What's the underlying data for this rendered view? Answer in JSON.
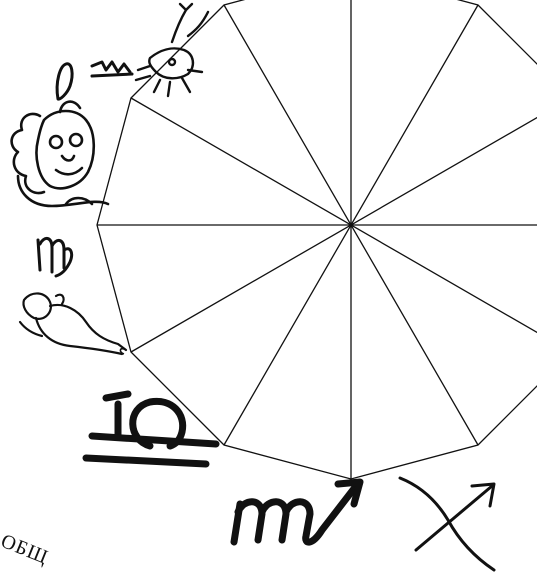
{
  "diagram": {
    "kind": "zodiac-wheel-fragment",
    "sectors": 12,
    "stroke_color": "#111111",
    "background": "#ffffff"
  },
  "signs": [
    {
      "name": "cancer",
      "depiction": "crab",
      "glyph": "cancer-glyph"
    },
    {
      "name": "leo",
      "depiction": "lion-face",
      "glyph": "leo-glyph"
    },
    {
      "name": "virgo",
      "depiction": "reclining-maiden",
      "glyph": "virgo-glyph"
    },
    {
      "name": "libra",
      "glyph": "libra-glyph"
    },
    {
      "name": "scorpio",
      "glyph": "scorpio-glyph"
    },
    {
      "name": "sagittarius",
      "glyph": "sagittarius-glyph"
    }
  ],
  "caption": {
    "partial_text": "ОБЩ"
  }
}
